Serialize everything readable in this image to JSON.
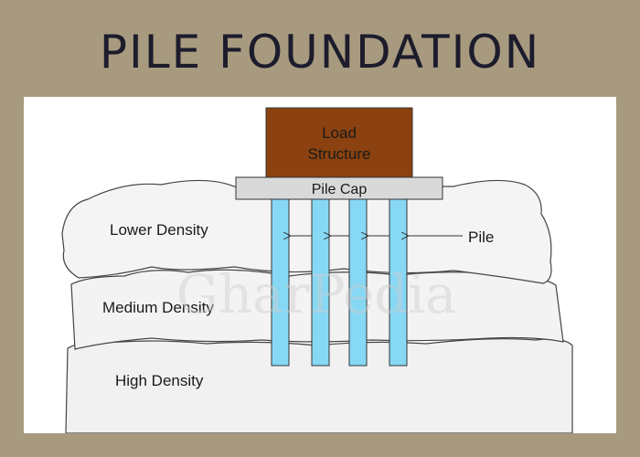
{
  "title": "PILE FOUNDATION",
  "diagram": {
    "load_structure": {
      "line1": "Load",
      "line2": "Structure"
    },
    "pile_cap": "Pile Cap",
    "pile_label": "Pile",
    "layers": {
      "lower": "Lower Density",
      "medium": "Medium Density",
      "high": "High Density"
    },
    "watermark": "GharPedia"
  },
  "colors": {
    "background": "#a89a7f",
    "title_text": "#1c1c2c",
    "load_structure_fill": "#8b4210",
    "pile_cap_fill": "#d9d9d9",
    "pile_fill": "#86d8f4",
    "soil_fill": "#f2f2f2",
    "outline": "#333333"
  }
}
